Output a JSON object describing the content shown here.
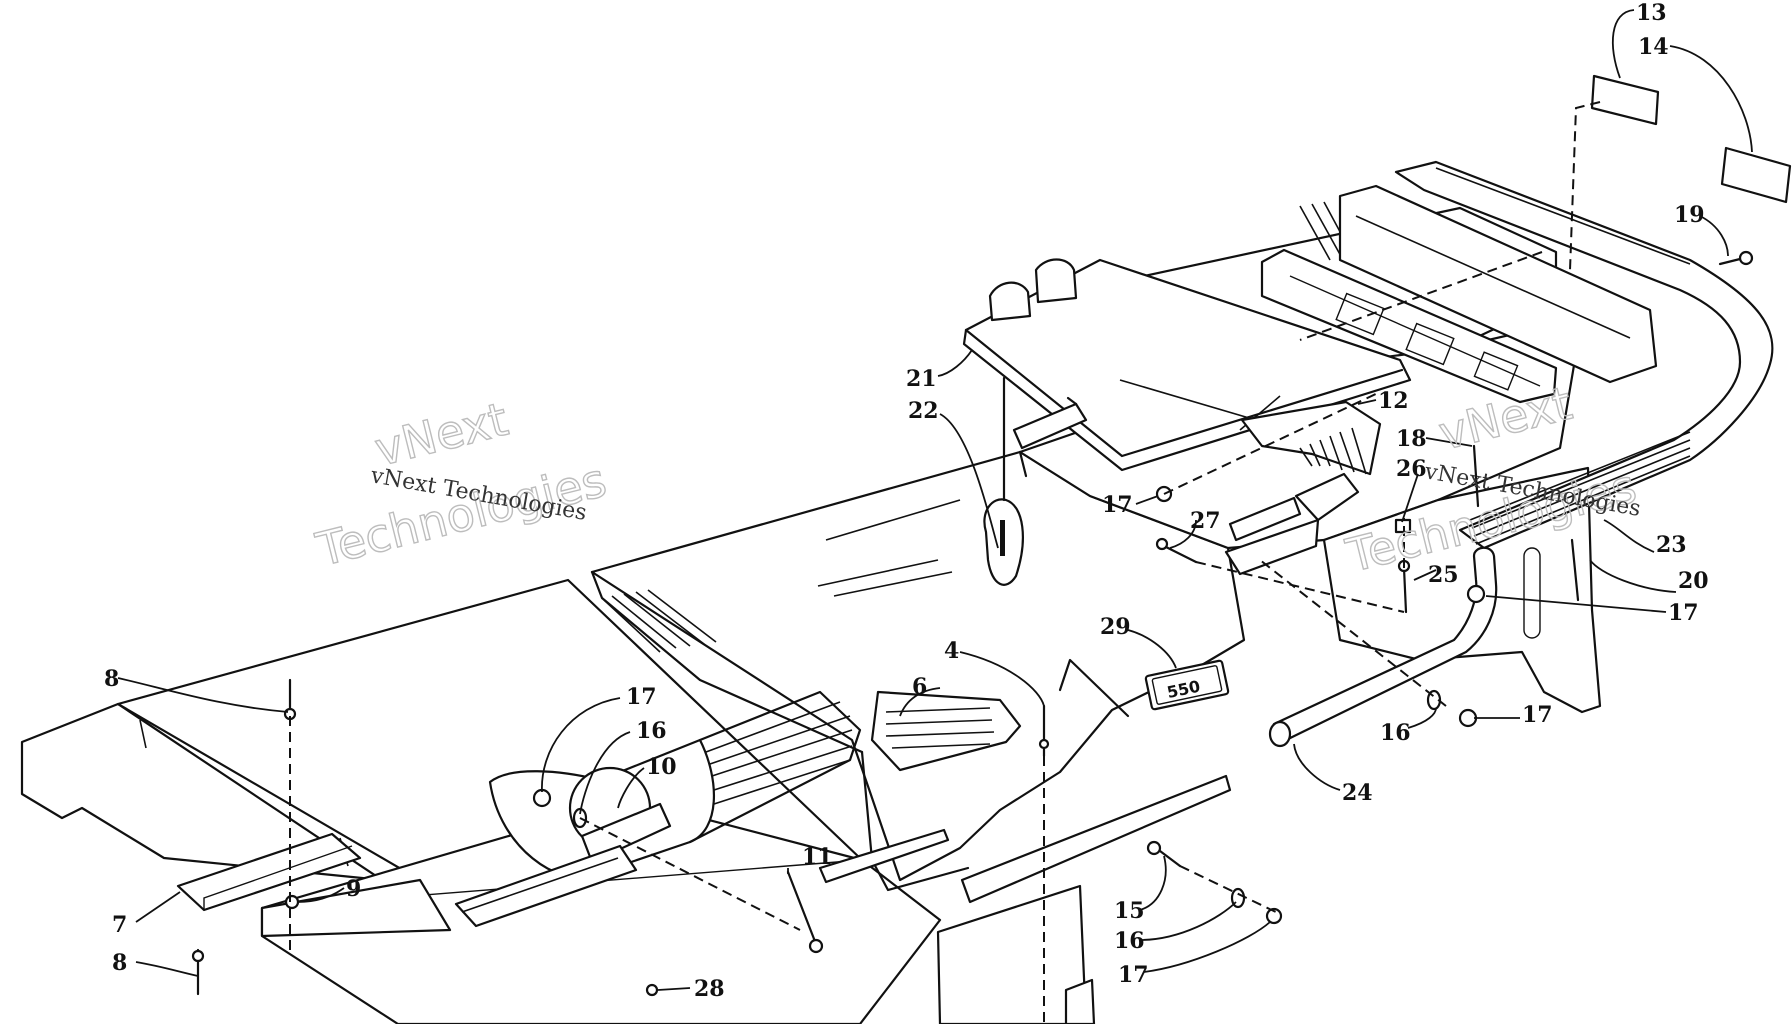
{
  "diagram": {
    "emblem_text": "550",
    "callouts": [
      {
        "id": "c13",
        "text": "13"
      },
      {
        "id": "c14",
        "text": "14"
      },
      {
        "id": "c19",
        "text": "19"
      },
      {
        "id": "c21",
        "text": "21"
      },
      {
        "id": "c22",
        "text": "22"
      },
      {
        "id": "c12",
        "text": "12"
      },
      {
        "id": "c18",
        "text": "18"
      },
      {
        "id": "c26",
        "text": "26"
      },
      {
        "id": "c17a",
        "text": "17"
      },
      {
        "id": "c27",
        "text": "27"
      },
      {
        "id": "c23",
        "text": "23"
      },
      {
        "id": "c20",
        "text": "20"
      },
      {
        "id": "c25",
        "text": "25"
      },
      {
        "id": "c17b",
        "text": "17"
      },
      {
        "id": "c29",
        "text": "29"
      },
      {
        "id": "c4",
        "text": "4"
      },
      {
        "id": "c6",
        "text": "6"
      },
      {
        "id": "c8a",
        "text": "8"
      },
      {
        "id": "c17c",
        "text": "17"
      },
      {
        "id": "c16a",
        "text": "16"
      },
      {
        "id": "c10",
        "text": "10"
      },
      {
        "id": "c16b",
        "text": "16"
      },
      {
        "id": "c17d",
        "text": "17"
      },
      {
        "id": "c24",
        "text": "24"
      },
      {
        "id": "c11",
        "text": "11"
      },
      {
        "id": "c9",
        "text": "9"
      },
      {
        "id": "c7",
        "text": "7"
      },
      {
        "id": "c8b",
        "text": "8"
      },
      {
        "id": "c15",
        "text": "15"
      },
      {
        "id": "c16c",
        "text": "16"
      },
      {
        "id": "c17e",
        "text": "17"
      },
      {
        "id": "c28",
        "text": "28"
      }
    ]
  },
  "watermarks": [
    {
      "small": "vNext Technologies",
      "big_line1": "vNext",
      "big_line2": "Technologies"
    },
    {
      "small": "vNext Technologies",
      "big_line1": "vNext",
      "big_line2": "Technologies"
    }
  ]
}
